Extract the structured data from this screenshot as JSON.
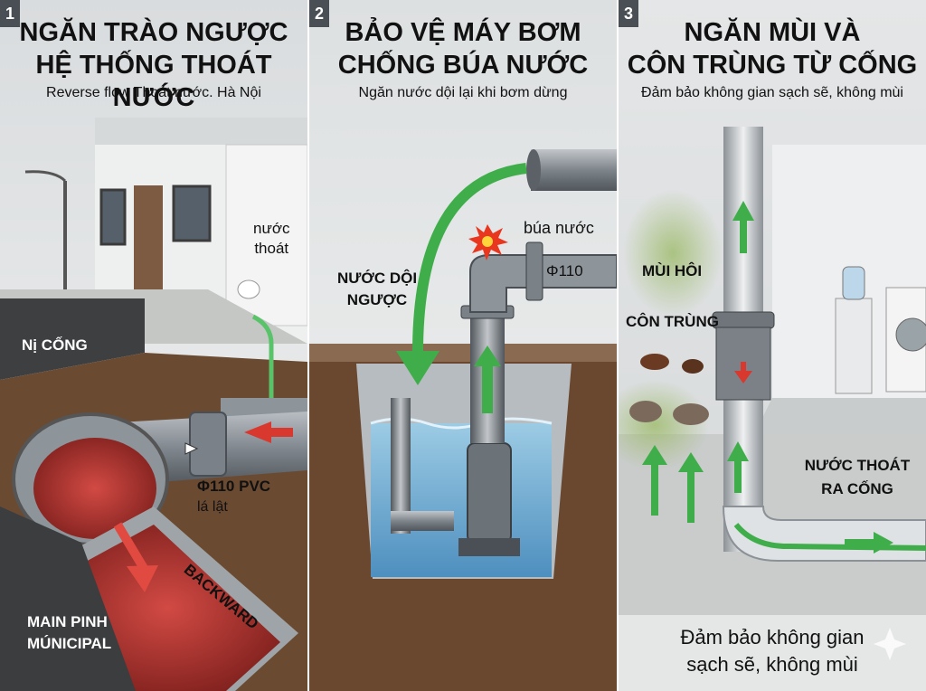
{
  "panels": [
    {
      "number": "1",
      "title_line1": "NGĂN TRÀO NGƯỢC",
      "title_line2": "HỆ THỐNG THOÁT NƯỚC",
      "subtitle": "Reverse flow Thoát nước. Hà Nội",
      "labels": {
        "drain_water_line1": "nước",
        "drain_water_line2": "thoát",
        "sewer_street": "Nị CỐNG",
        "pipe_spec": "Φ110 PVC",
        "flap": "lá lật",
        "backward": "BACKWARD",
        "main_line1": "MAIN PINH",
        "main_line2": "MÚNICIPAL"
      }
    },
    {
      "number": "2",
      "title_line1": "BẢO VỆ MÁY BƠM",
      "title_line2": "CHỐNG BÚA NƯỚC",
      "subtitle": "Ngăn nước dội lại khi bơm dừng",
      "labels": {
        "water_hammer": "búa nước",
        "pipe_size": "Φ110",
        "backflow_line1": "NƯỚC DỘI",
        "backflow_line2": "NGƯỢC"
      }
    },
    {
      "number": "3",
      "title_line1": "NGĂN MÙI VÀ",
      "title_line2": "CÔN TRÙNG TỪ CỐNG",
      "subtitle": "Đảm bảo không gian sạch sẽ, không mùi",
      "labels": {
        "odor": "MÙI HÔI",
        "insects": "CÔN TRÙNG",
        "drain_line1": "NƯỚC THOÁT",
        "drain_line2": "RA CỐNG",
        "footer_line1": "Đảm bảo không gian",
        "footer_line2": "sạch sẽ, không mùi"
      }
    }
  ],
  "colors": {
    "green": "#3fae4a",
    "red": "#d9382e",
    "pipe_gray": "#8a9096",
    "soil": "#6b4a32",
    "sky": "#e6e8e9",
    "water": "#7fb8d8"
  }
}
